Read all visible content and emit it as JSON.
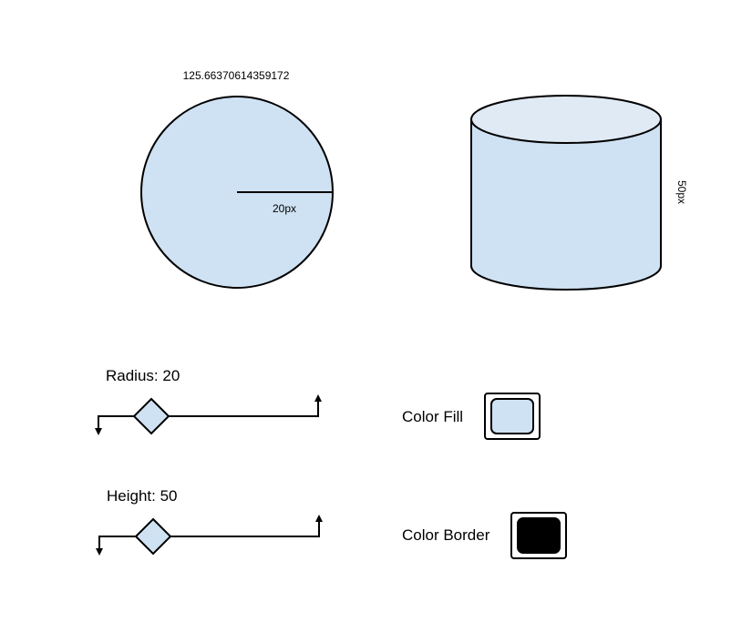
{
  "circle": {
    "circumference_label": "125.66370614359172",
    "radius_label": "20px"
  },
  "cylinder": {
    "height_label": "50px"
  },
  "controls": {
    "radius": {
      "label": "Radius: 20",
      "value": 20,
      "min": 0,
      "max": 100
    },
    "height": {
      "label": "Height: 50",
      "value": 50,
      "min": 0,
      "max": 100
    },
    "color_fill": {
      "label": "Color Fill",
      "color": "#cfe2f3"
    },
    "color_border": {
      "label": "Color Border",
      "color": "#000000"
    }
  },
  "colors": {
    "shape_fill": "#cfe2f3",
    "cylinder_top": "#dfeaf5",
    "stroke": "#000000"
  }
}
